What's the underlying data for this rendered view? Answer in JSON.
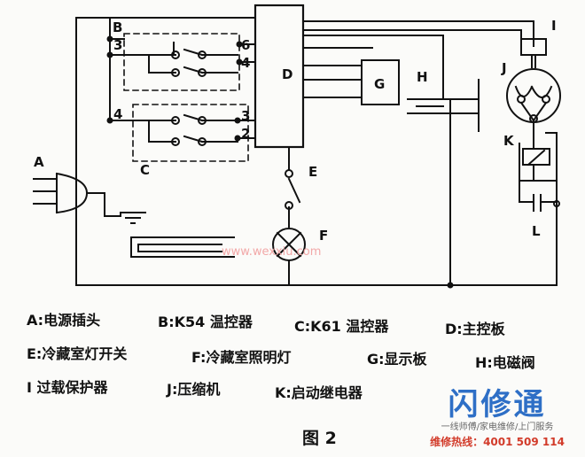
{
  "diagram": {
    "node_labels": {
      "A": "A",
      "B": "B",
      "C": "C",
      "D": "D",
      "E": "E",
      "F": "F",
      "G": "G",
      "H": "H",
      "I": "I",
      "J": "J",
      "K": "K",
      "L": "L"
    },
    "terminal_labels": {
      "b3": "3",
      "b4": "4",
      "c6": "6",
      "c4": "4",
      "c3": "3",
      "c2": "2"
    }
  },
  "legend": {
    "a": "A:电源插头",
    "b": "B:K54 温控器",
    "c": "C:K61 温控器",
    "d": "D:主控板",
    "e": "E:冷藏室灯开关",
    "f": "F:冷藏室照明灯",
    "g": "G:显示板",
    "h": "H:电磁阀",
    "i": "I 过载保护器",
    "j": "J:压缩机",
    "k": "K:启动继电器"
  },
  "caption": "图 2",
  "watermark_mid": "www.wexxiu.com",
  "brand": {
    "name": "闪修通",
    "slogan": "一线师傅/家电维修/上门服务",
    "hotline": "维修热线：4001 509 114"
  }
}
